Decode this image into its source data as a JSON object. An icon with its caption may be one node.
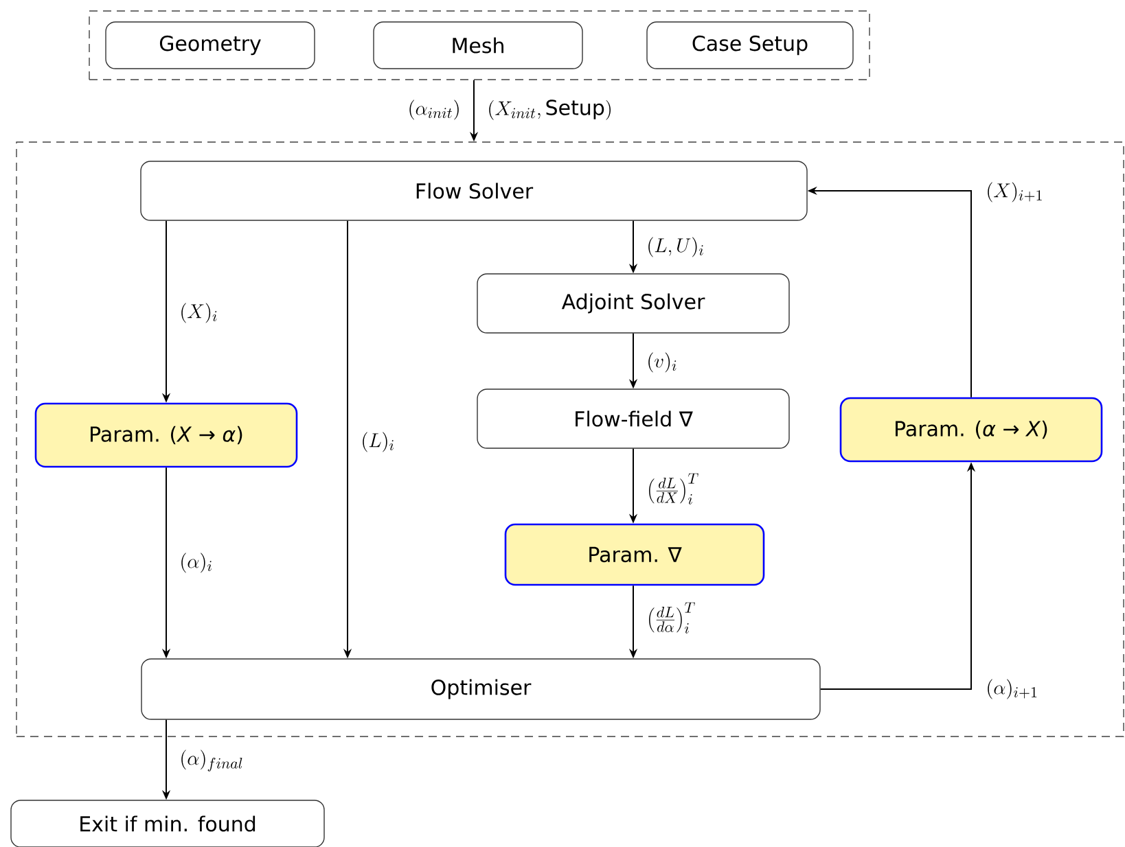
{
  "diagram": {
    "nodes": [
      {
        "text": [],
        "shape": "box"
      },
      {
        "text": [
          "Geometry"
        ],
        "in": 0
      },
      {
        "text": [
          "Mesh"
        ],
        "in": 0
      },
      {
        "text": [
          "Case Setup"
        ],
        "in": 0
      },
      {
        "text": [],
        "shape": "box"
      },
      {
        "text": [
          "Flow Solver"
        ],
        "in": 4
      },
      {
        "text": [
          "Adjoint Solver"
        ],
        "in": 4
      },
      {
        "text": [
          "Flow-field ∇"
        ],
        "in": 4
      },
      {
        "text": [
          "Param. (*X* → *α*)"
        ],
        "in": 4
      },
      {
        "text": [
          "Param. (*α* → *X*)"
        ],
        "in": 4
      },
      {
        "text": [
          "Param. ∇"
        ],
        "in": 4
      },
      {
        "text": [
          "Optimiser"
        ],
        "in": 4
      },
      {
        "text": [
          "Exit if min. found"
        ]
      }
    ],
    "edges": [
      {
        "from": 0,
        "to": 4,
        "arrow": "to",
        "label": "(\\alpha_{init})"
      },
      {
        "from": 5,
        "to": 8,
        "arrow": "to",
        "label": "(X)_{i}"
      },
      {
        "from": 5,
        "to": 11,
        "arrow": "to",
        "label": "(L)_{i}"
      },
      {
        "from": 5,
        "to": 6,
        "arrow": "to",
        "label": "(L, U)_{i}"
      },
      {
        "from": 6,
        "to": 7,
        "arrow": "to",
        "label": "(v)_{i}"
      },
      {
        "from": 7,
        "to": 10,
        "arrow": "to",
        "label": "\\left(\\frac{dL}{dX}\\right)^{T}_{i}"
      },
      {
        "from": 8,
        "to": 11,
        "arrow": "to",
        "label": "(\\alpha)_{i}"
      },
      {
        "from": 10,
        "to": 11,
        "arrow": "to",
        "label": "\\left(\\frac{dL}{d\\alpha}\\right)^{T}_{i}"
      },
      {
        "from": 11,
        "to": 9,
        "arrow": "to",
        "label": "(\\alpha)_{i+1}"
      },
      {
        "from": 9,
        "to": 5,
        "arrow": "to",
        "label": "(X)_{i+1}"
      },
      {
        "from": 11,
        "to": 12,
        "arrow": "to",
        "label": "(\\alpha)_{final}"
      }
    ],
    "labels": [
      "(X_{init}, \\mathrm{Setup})"
    ]
  }
}
